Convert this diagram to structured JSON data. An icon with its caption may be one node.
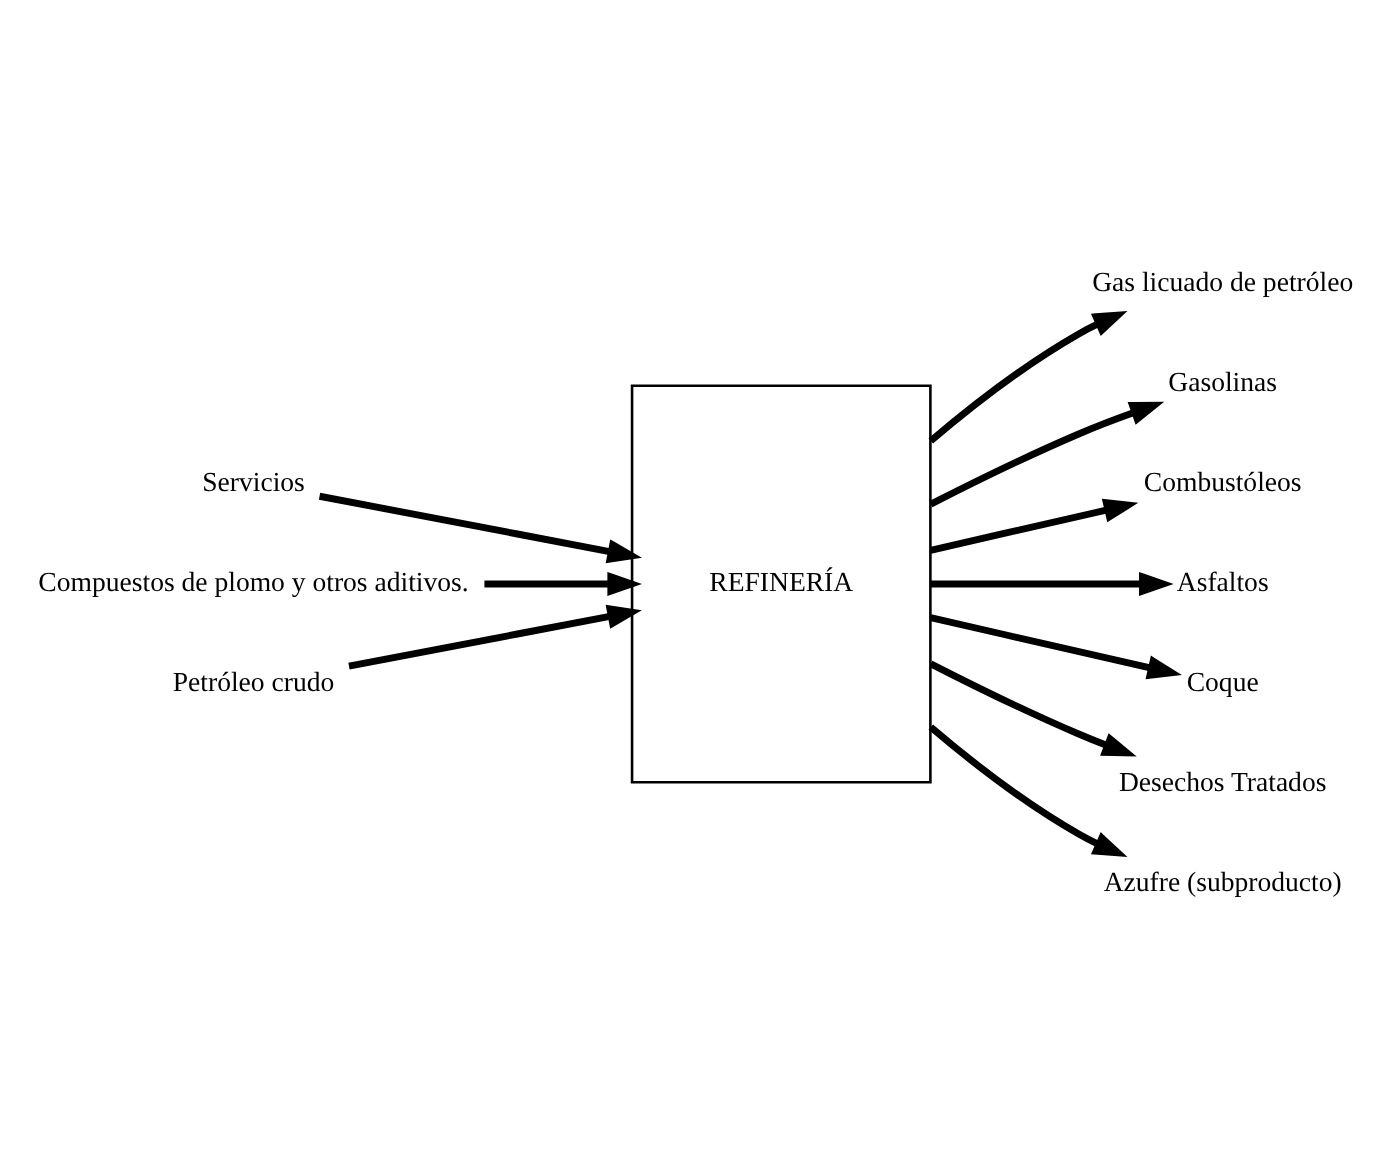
{
  "diagram": {
    "nodes": [
      {
        "text": [
          "REFINERÍA"
        ]
      },
      {
        "text": [
          "Servicios"
        ]
      },
      {
        "text": [
          "Compuestos de plomo y otros aditivos."
        ]
      },
      {
        "text": [
          "Petróleo crudo"
        ]
      },
      {
        "text": [
          "Gas licuado de petróleo"
        ]
      },
      {
        "text": [
          "Gasolinas"
        ]
      },
      {
        "text": [
          "Combustóleos"
        ]
      },
      {
        "text": [
          "Asfaltos"
        ]
      },
      {
        "text": [
          "Coque"
        ]
      },
      {
        "text": [
          "Desechos Tratados"
        ]
      },
      {
        "text": [
          "Azufre (subproducto)"
        ]
      }
    ],
    "edges": [
      {
        "from": 1,
        "to": 0,
        "arrow": "to"
      },
      {
        "from": 2,
        "to": 0,
        "arrow": "to"
      },
      {
        "from": 3,
        "to": 0,
        "arrow": "to"
      },
      {
        "from": 0,
        "to": 4,
        "arrow": "to"
      },
      {
        "from": 0,
        "to": 5,
        "arrow": "to"
      },
      {
        "from": 0,
        "to": 6,
        "arrow": "to"
      },
      {
        "from": 0,
        "to": 7,
        "arrow": "to"
      },
      {
        "from": 0,
        "to": 8,
        "arrow": "to"
      },
      {
        "from": 0,
        "to": 9,
        "arrow": "to"
      },
      {
        "from": 0,
        "to": 10,
        "arrow": "to"
      }
    ]
  }
}
